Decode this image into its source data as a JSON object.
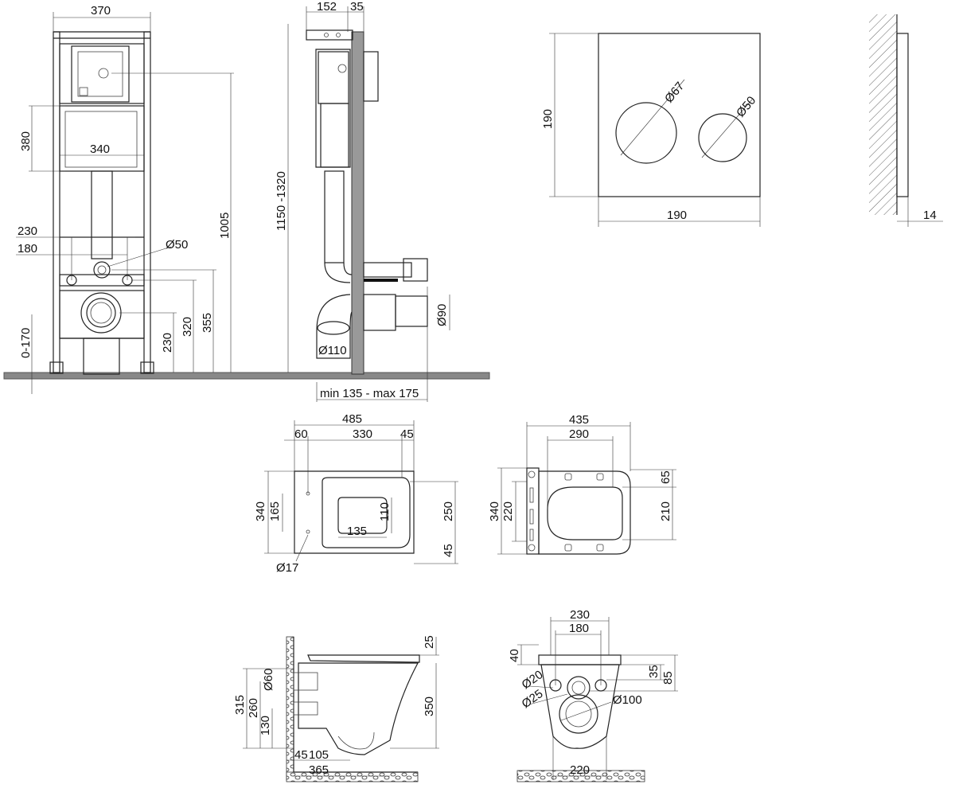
{
  "frame_front": {
    "w_370": "370",
    "w_340": "340",
    "h_380": "380",
    "h_1005": "1005",
    "w_230": "230",
    "w_180": "180",
    "d_50": "Ø50",
    "h_0_170": "0-170",
    "h_230": "230",
    "h_320": "320",
    "h_355": "355"
  },
  "frame_side": {
    "w_152": "152",
    "w_35": "35",
    "h_range": "1150 -1320",
    "d_110": "Ø110",
    "d_90": "Ø90",
    "depth_range": "min 135 - max 175"
  },
  "flush_plate": {
    "h_190": "190",
    "w_190": "190",
    "d_67": "Ø67",
    "d_50": "Ø50",
    "thickness": "14"
  },
  "bowl_top": {
    "w_485": "485",
    "w_60": "60",
    "w_330": "330",
    "w_45": "45",
    "h_340": "340",
    "h_165": "165",
    "w_135": "135",
    "h_110": "110",
    "h_250": "250",
    "h_45": "45",
    "d_17": "Ø17"
  },
  "seat_top": {
    "w_435": "435",
    "w_290": "290",
    "h_340": "340",
    "h_220": "220",
    "h_65": "65",
    "h_210": "210"
  },
  "bowl_side": {
    "h_25": "25",
    "h_315": "315",
    "h_260": "260",
    "h_130": "130",
    "d_60": "Ø60",
    "h_350": "350",
    "w_45": "45",
    "w_105": "105",
    "w_365": "365"
  },
  "bowl_rear": {
    "w_230": "230",
    "w_180": "180",
    "h_40": "40",
    "h_35": "35",
    "h_85": "85",
    "d_20": "Ø20",
    "d_25": "Ø25",
    "d_100": "Ø100",
    "w_220": "220"
  }
}
